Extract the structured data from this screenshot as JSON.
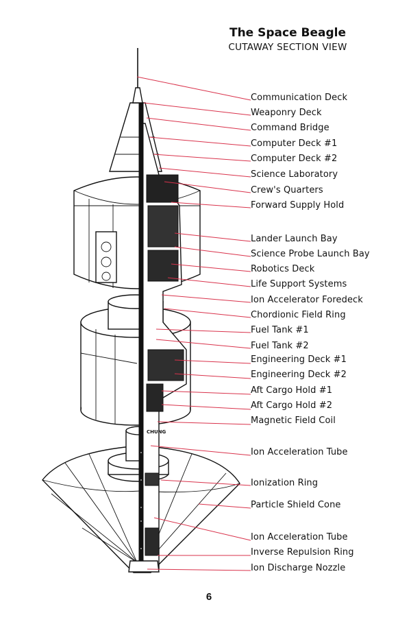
{
  "header": {
    "title": "The Space Beagle",
    "subtitle": "CUTAWAY SECTION VIEW"
  },
  "illustration": {
    "signature": "CHUNG"
  },
  "labels": [
    "Communication Deck",
    "Weaponry Deck",
    "Command Bridge",
    "Computer Deck #1",
    "Computer Deck #2",
    "Science Laboratory",
    "Crew's Quarters",
    "Forward Supply Hold",
    "Lander Launch Bay",
    "Science Probe Launch Bay",
    "Robotics Deck",
    "Life Support Systems",
    "Ion Accelerator Foredeck",
    "Chordionic Field Ring",
    "Fuel Tank #1",
    "Fuel Tank #2",
    "Engineering Deck #1",
    "Engineering Deck #2",
    "Aft Cargo Hold #1",
    "Aft Cargo Hold #2",
    "Magnetic Field Coil",
    "Ion Acceleration Tube",
    "Ionization Ring",
    "Particle Shield Cone",
    "Ion Acceleration Tube",
    "Inverse Repulsion Ring",
    "Ion Discharge Nozzle"
  ],
  "footer": {
    "page_number": "6"
  },
  "colors": {
    "leader_line": "#d9324b",
    "ink": "#111111"
  }
}
